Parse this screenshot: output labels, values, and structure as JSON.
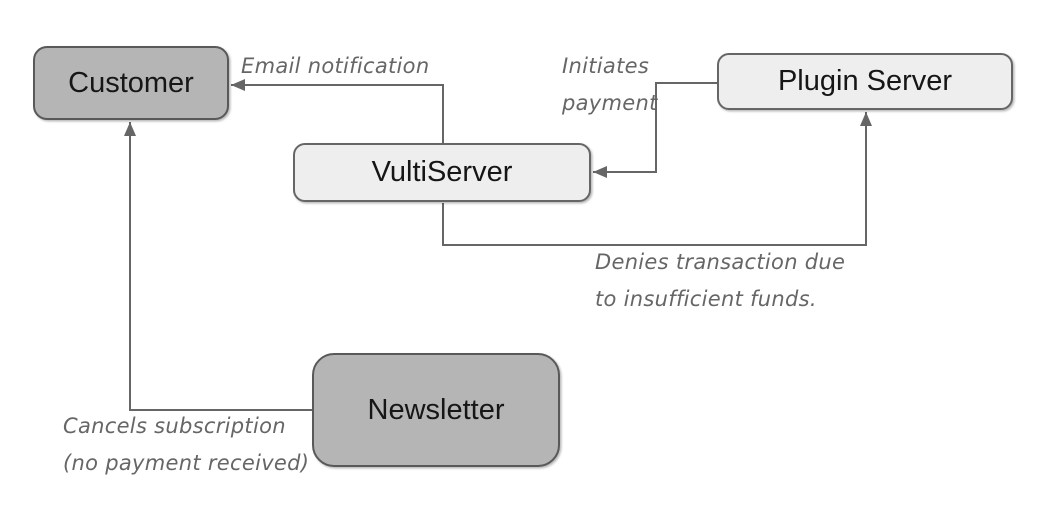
{
  "diagram": {
    "background": "#ffffff",
    "colors": {
      "node_dark_fill": "#b5b5b5",
      "node_dark_border": "#595959",
      "node_light_fill": "#eeeeee",
      "node_light_border": "#666666",
      "edge_stroke": "#666666",
      "edge_label_text": "#666666",
      "node_text": "#161616"
    },
    "nodes": {
      "customer": {
        "label": "Customer"
      },
      "plugin_server": {
        "label": "Plugin Server"
      },
      "vultiserver": {
        "label": "VultiServer"
      },
      "newsletter": {
        "label": "Newsletter"
      }
    },
    "edges": {
      "email_notification": {
        "label": "Email notification",
        "from": "VultiServer",
        "to": "Customer"
      },
      "initiates_payment": {
        "label": "Initiates\npayment",
        "from": "Plugin Server",
        "to": "VultiServer"
      },
      "denies_transaction": {
        "label": "Denies transaction due\nto insufficient funds.",
        "from": "VultiServer",
        "to": "Plugin Server"
      },
      "cancels_subscription": {
        "label": "Cancels subscription\n(no payment received)",
        "from": "Newsletter",
        "to": "Customer"
      }
    }
  }
}
